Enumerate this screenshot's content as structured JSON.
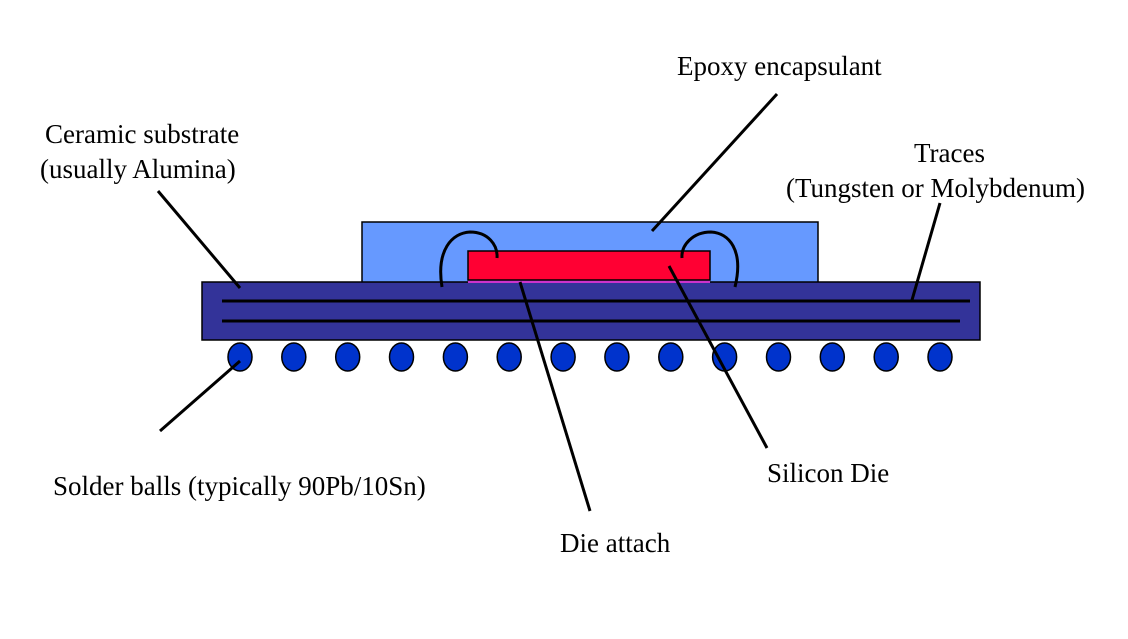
{
  "labels": {
    "epoxy": "Epoxy encapsulant",
    "ceramic_line1": "Ceramic substrate",
    "ceramic_line2": "(usually Alumina)",
    "traces_line1": "Traces",
    "traces_line2": "(Tungsten or Molybdenum)",
    "solder": "Solder balls (typically 90Pb/10Sn)",
    "silicon": "Silicon Die",
    "die_attach": "Die attach"
  },
  "colors": {
    "substrate": "#333399",
    "epoxy": "#6699ff",
    "die": "#ff0033",
    "die_attach": "#cc33cc",
    "solder_ball": "#0033cc",
    "trace": "#000000"
  },
  "solder_ball_count": 14,
  "trace_count": 2
}
